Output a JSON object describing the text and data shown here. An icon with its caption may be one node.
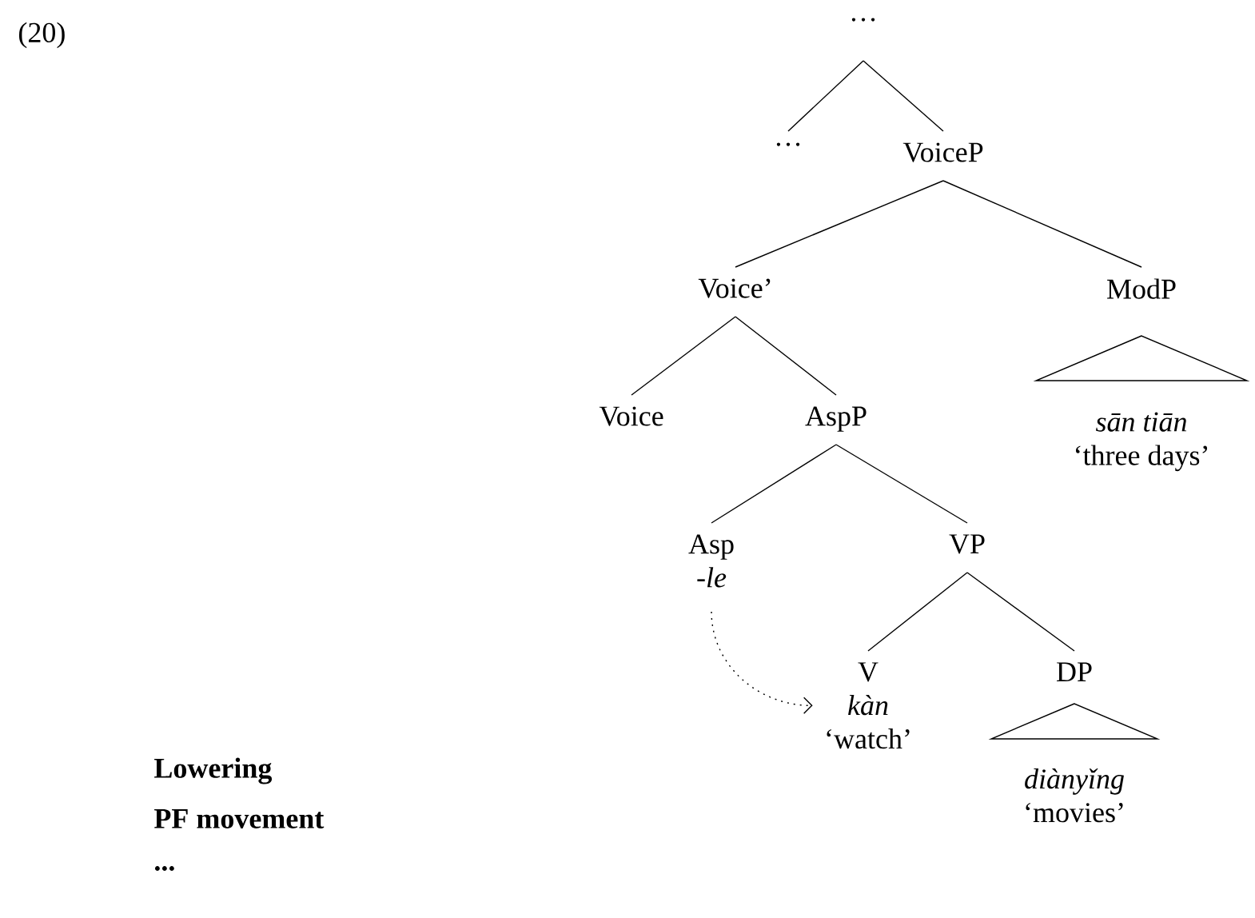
{
  "diagram": {
    "nodes": [
      {
        "text": [
          "…"
        ]
      },
      {
        "text": [
          "…"
        ]
      },
      {
        "text": [
          "VoiceP"
        ]
      },
      {
        "text": [
          "Voice’"
        ]
      },
      {
        "text": [
          "ModP",
          "*sān tiān*",
          "‘three days’"
        ]
      },
      {
        "text": [
          "Voice"
        ]
      },
      {
        "text": [
          "AspP"
        ]
      },
      {
        "text": [
          "Asp",
          "*-le*"
        ]
      },
      {
        "text": [
          "VP"
        ]
      },
      {
        "text": [
          "V",
          "*kàn*",
          "‘watch’"
        ]
      },
      {
        "text": [
          "DP",
          "*diànyǐng*",
          "‘movies’"
        ]
      }
    ],
    "edges": [
      {
        "from": 0,
        "to": 1,
        "arrow": "none"
      },
      {
        "from": 0,
        "to": 2,
        "arrow": "none"
      },
      {
        "from": 2,
        "to": 3,
        "arrow": "none"
      },
      {
        "from": 2,
        "to": 4,
        "arrow": "none"
      },
      {
        "from": 3,
        "to": 5,
        "arrow": "none"
      },
      {
        "from": 3,
        "to": 6,
        "arrow": "none"
      },
      {
        "from": 6,
        "to": 7,
        "arrow": "none"
      },
      {
        "from": 6,
        "to": 8,
        "arrow": "none"
      },
      {
        "from": 8,
        "to": 9,
        "arrow": "none"
      },
      {
        "from": 8,
        "to": 10,
        "arrow": "none"
      },
      {
        "from": 7,
        "to": 9,
        "arrow": "to",
        "style": "dashed"
      }
    ],
    "labels": [
      "(20)",
      "Lowering",
      "PF movement",
      "..."
    ]
  }
}
